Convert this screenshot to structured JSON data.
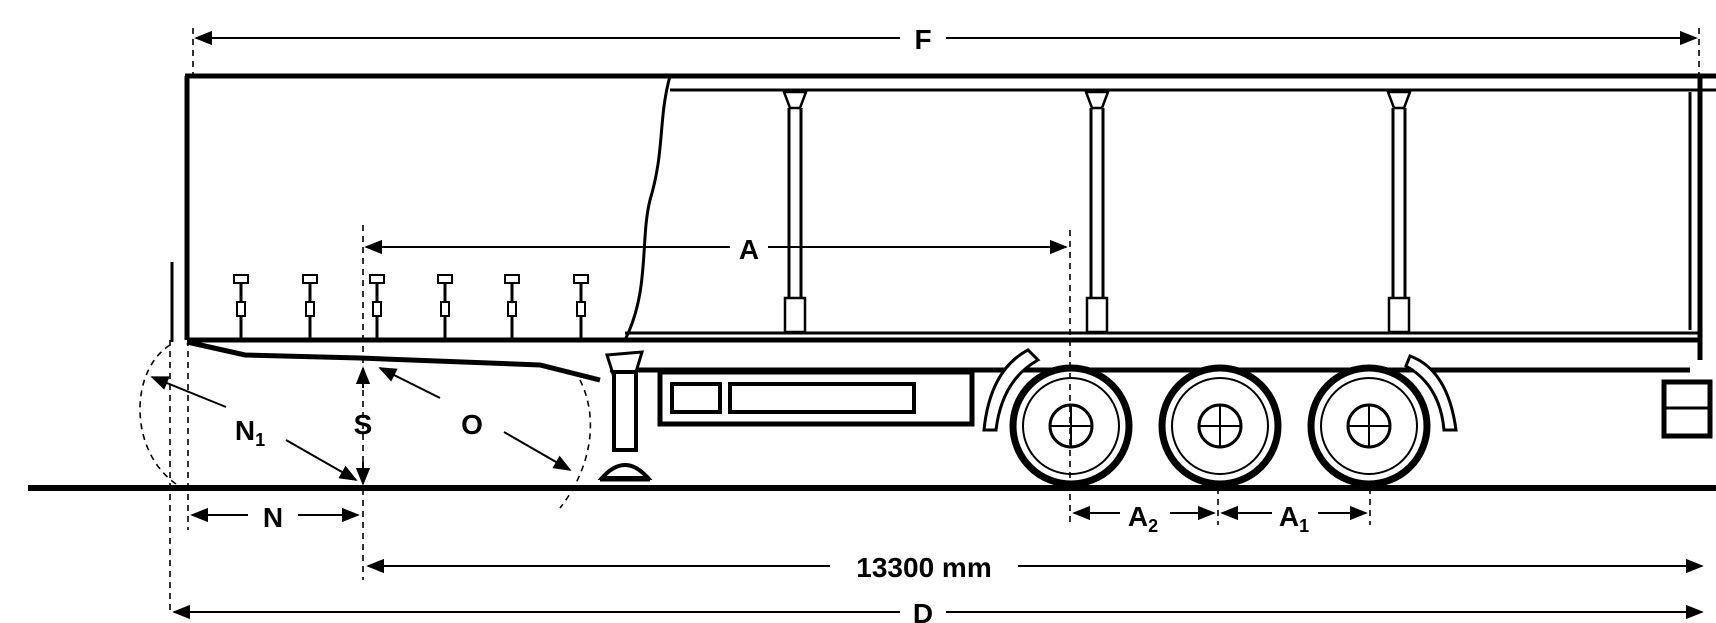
{
  "dimensions": {
    "F": {
      "label": "F"
    },
    "A": {
      "label": "A"
    },
    "A1": {
      "label": "A",
      "sub": "1"
    },
    "A2": {
      "label": "A",
      "sub": "2"
    },
    "N": {
      "label": "N"
    },
    "N1": {
      "label": "N",
      "sub": "1"
    },
    "S": {
      "label": "S"
    },
    "O": {
      "label": "O"
    },
    "kingpin_to_rear": {
      "label": "13300 mm"
    },
    "D": {
      "label": "D"
    }
  }
}
